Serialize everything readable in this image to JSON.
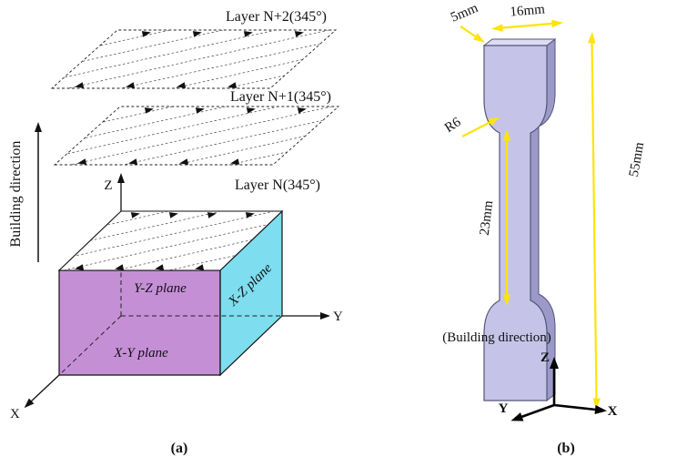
{
  "figure": {
    "panel_a": {
      "label": "(a)",
      "building_direction_label": "Building direction",
      "layers": [
        {
          "label": "Layer N+2(345°)"
        },
        {
          "label": "Layer N+1(345°)"
        },
        {
          "label": "Layer  N(345°)"
        }
      ],
      "axes": {
        "x": "X",
        "y": "Y",
        "z": "Z"
      },
      "planes": {
        "yz": "Y-Z plane",
        "xz": "X-Z plane",
        "xy": "X-Y plane"
      },
      "colors": {
        "xy_front_face": "#c58fd6",
        "xz_side_face": "#7eddee",
        "layer_fill": "#ffffff"
      }
    },
    "panel_b": {
      "label": "(b)",
      "building_direction_label": "(Building direction)",
      "dimensions": {
        "thickness": "5mm",
        "width": "16mm",
        "fillet_radius": "R6",
        "gauge_length": "23mm",
        "overall_length": "55mm"
      },
      "axes": {
        "x": "X",
        "y": "Y",
        "z": "Z"
      },
      "colors": {
        "specimen_front": "#c5c4e8",
        "specimen_side": "#9b99c8",
        "specimen_top": "#dddcf2",
        "dimension_accent": "#ffe30a"
      }
    }
  }
}
